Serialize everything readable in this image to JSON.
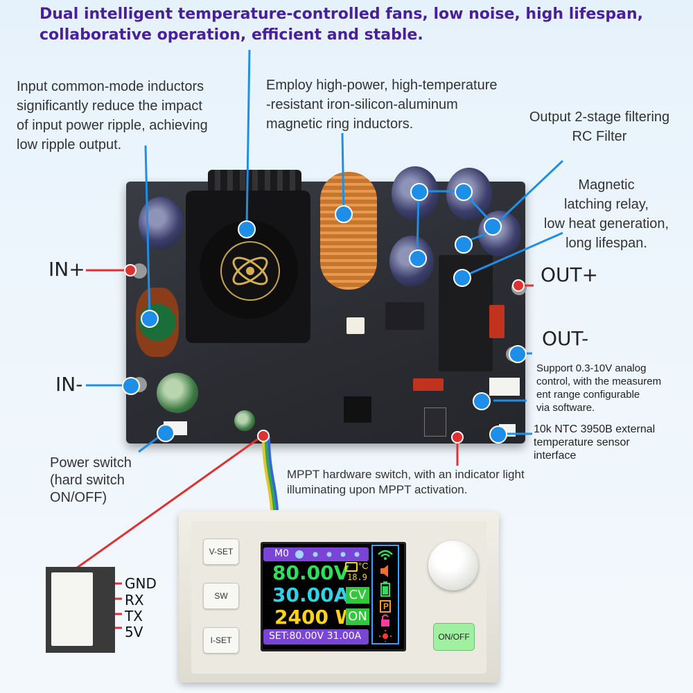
{
  "headline": [
    "Dual intelligent temperature-controlled fans, low noise, high lifespan,",
    "collaborative operation, efficient and stable."
  ],
  "notes": {
    "inductor": [
      "Input common-mode inductors",
      "significantly reduce the impact",
      "of input power ripple, achieving",
      "low ripple output."
    ],
    "ring": [
      "Employ high-power, high-temperature",
      "-resistant iron-silicon-aluminum",
      "magnetic ring inductors."
    ],
    "filter": [
      "Output 2-stage filtering",
      "RC Filter"
    ],
    "relay": [
      "Magnetic",
      "latching relay,",
      "low heat generation,",
      "long lifespan."
    ],
    "analog": [
      "Support 0.3-10V analog",
      "control, with the measurem",
      "ent range configurable",
      "via software."
    ],
    "ntc": [
      "10k NTC 3950B external",
      "temperature sensor",
      "interface"
    ],
    "power_switch": [
      "Power switch",
      "(hard switch",
      "ON/OFF)"
    ],
    "mppt": [
      "MPPT hardware switch, with an indicator light",
      "illuminating upon MPPT activation."
    ]
  },
  "terminals": {
    "in_plus": "IN+",
    "in_minus": "IN-",
    "out_plus": "OUT+",
    "out_minus": "OUT-"
  },
  "pins": [
    "GND",
    "RX",
    "TX",
    "5V"
  ],
  "module": {
    "buttons": {
      "vset": "V-SET",
      "sw": "SW",
      "iset": "I-SET",
      "onoff": "ON/OFF"
    },
    "screen": {
      "mode": "M0",
      "voltage": "80.00V",
      "current": "30.00A",
      "power": "2400 W",
      "temp": "18.9",
      "temp_unit": "°C",
      "cv": "CV",
      "on": "ON",
      "p_badge": "P",
      "set_line": "SET:80.00V 31.00A"
    }
  },
  "colors": {
    "headline": "#4a1f9e",
    "callout": "#1e8fe8",
    "marker": "#e03030",
    "voltage": "#2de05a",
    "current": "#2fd3e8",
    "power": "#ffd21a"
  },
  "icons": [
    "wifi-icon",
    "speaker-icon",
    "battery-icon",
    "lock-icon",
    "sun-icon",
    "thermometer-icon",
    "fan-logo-icon"
  ]
}
